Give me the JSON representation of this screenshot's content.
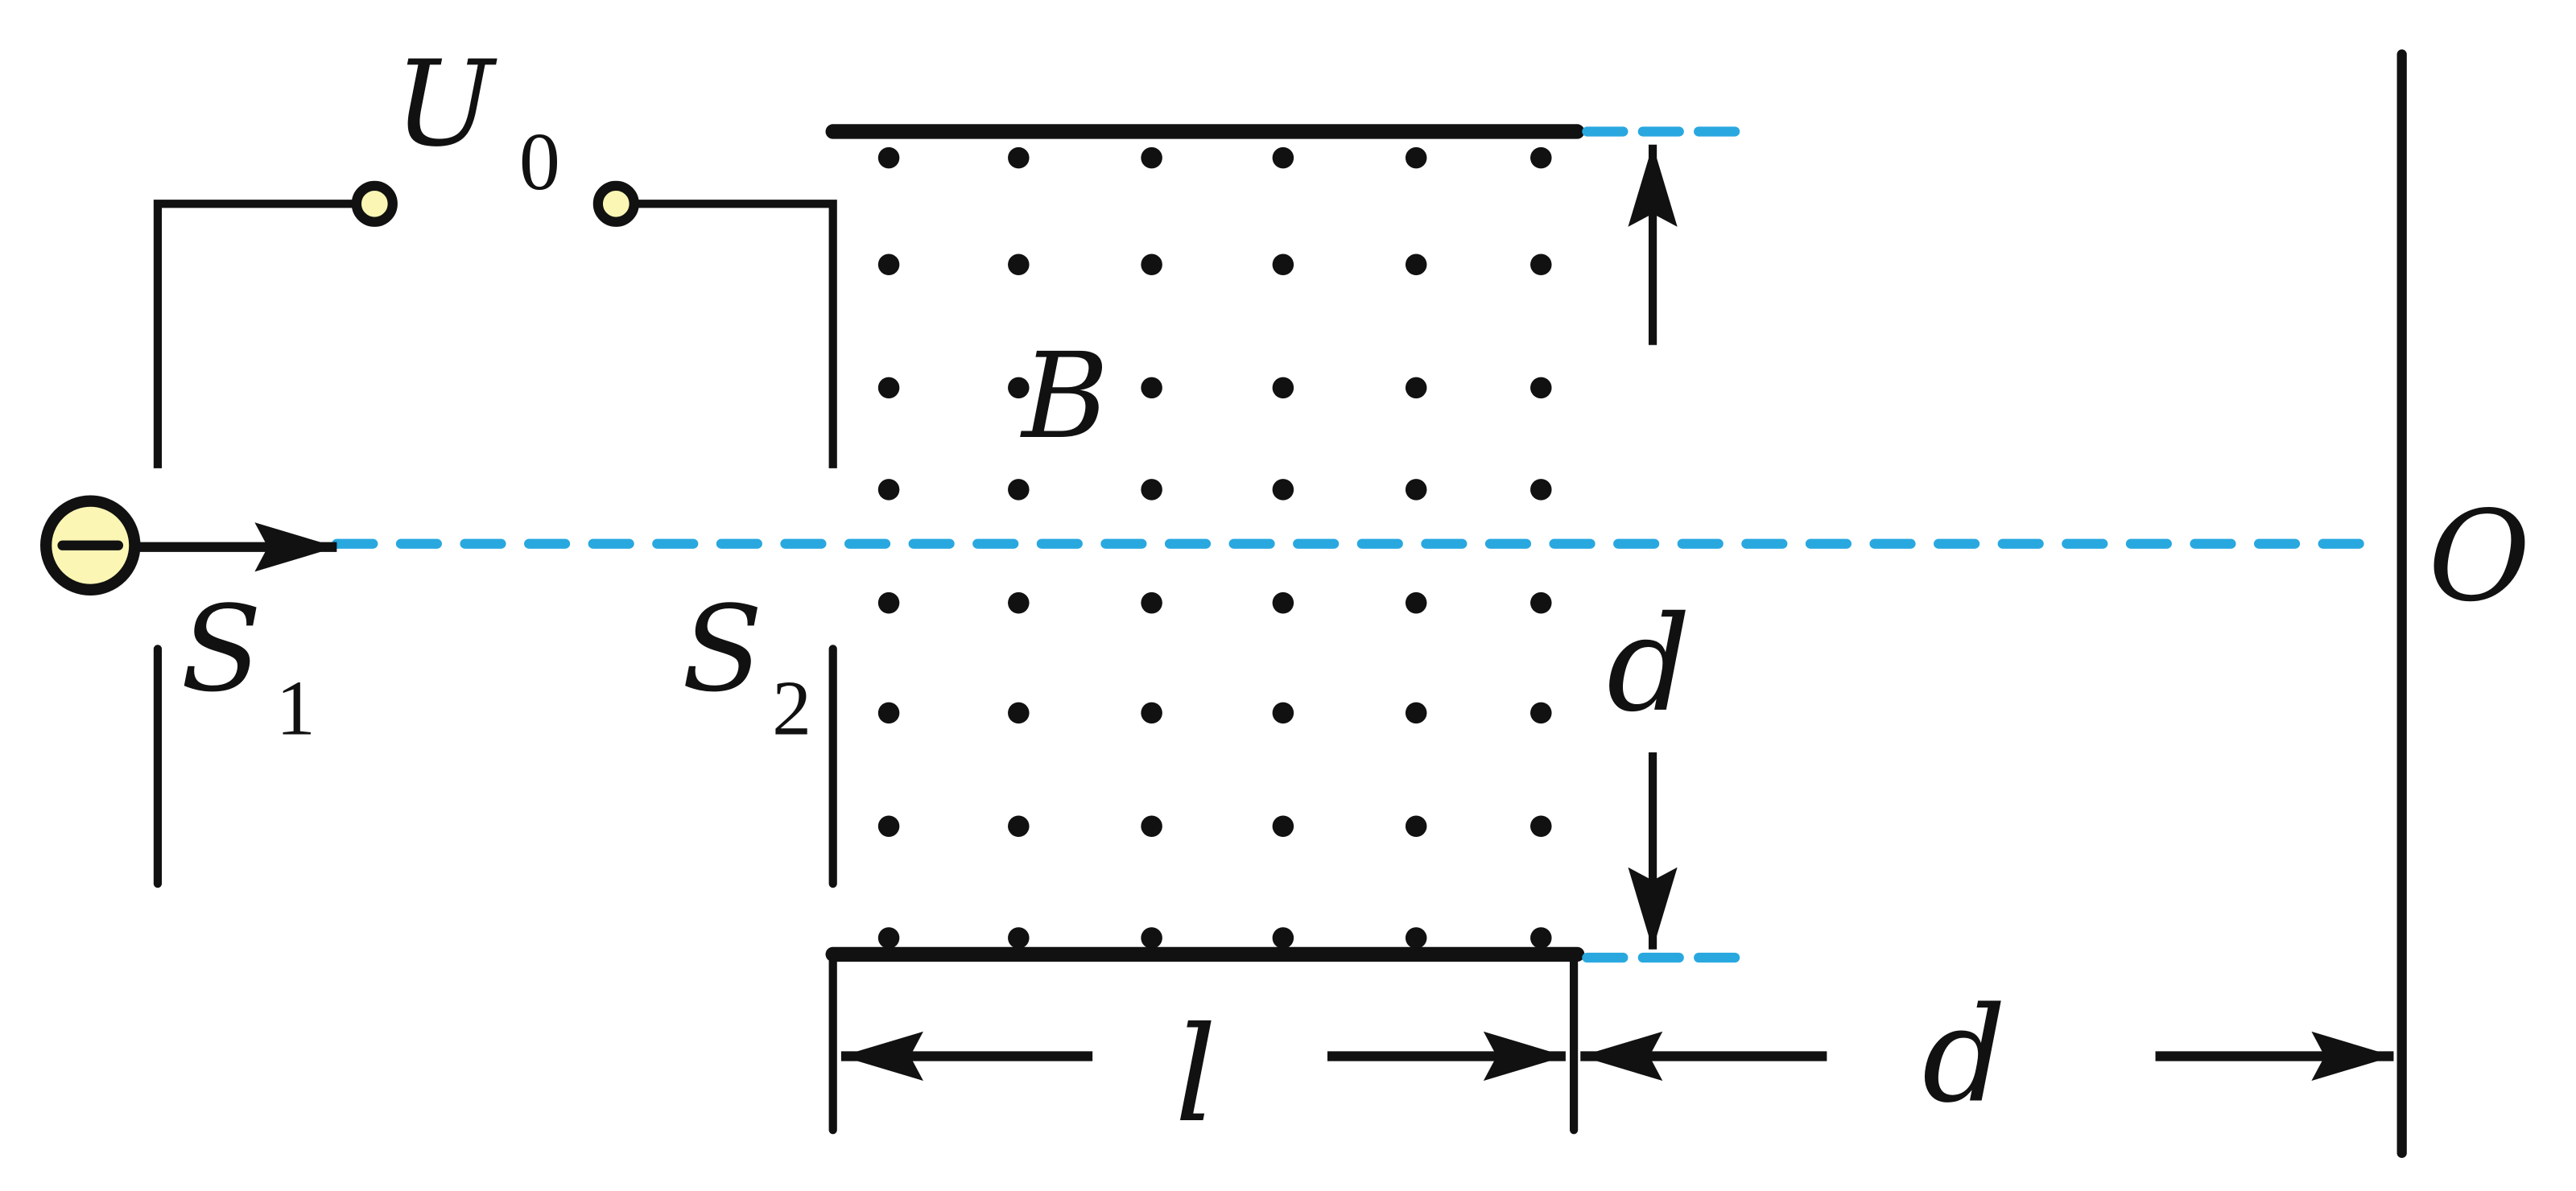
{
  "labels": {
    "voltage": "U",
    "voltage_sub": "0",
    "field": "B",
    "slit1": "S",
    "slit1_sub": "1",
    "slit2": "S",
    "slit2_sub": "2",
    "gap": "d",
    "plate_length": "l",
    "screen_distance": "d",
    "screen_point": "O"
  },
  "colors": {
    "line": "#111111",
    "dashed_axis": "#29a8e0",
    "terminal_fill": "#fbf6b4"
  },
  "field_dots": {
    "columns": 6,
    "rows": 8
  }
}
